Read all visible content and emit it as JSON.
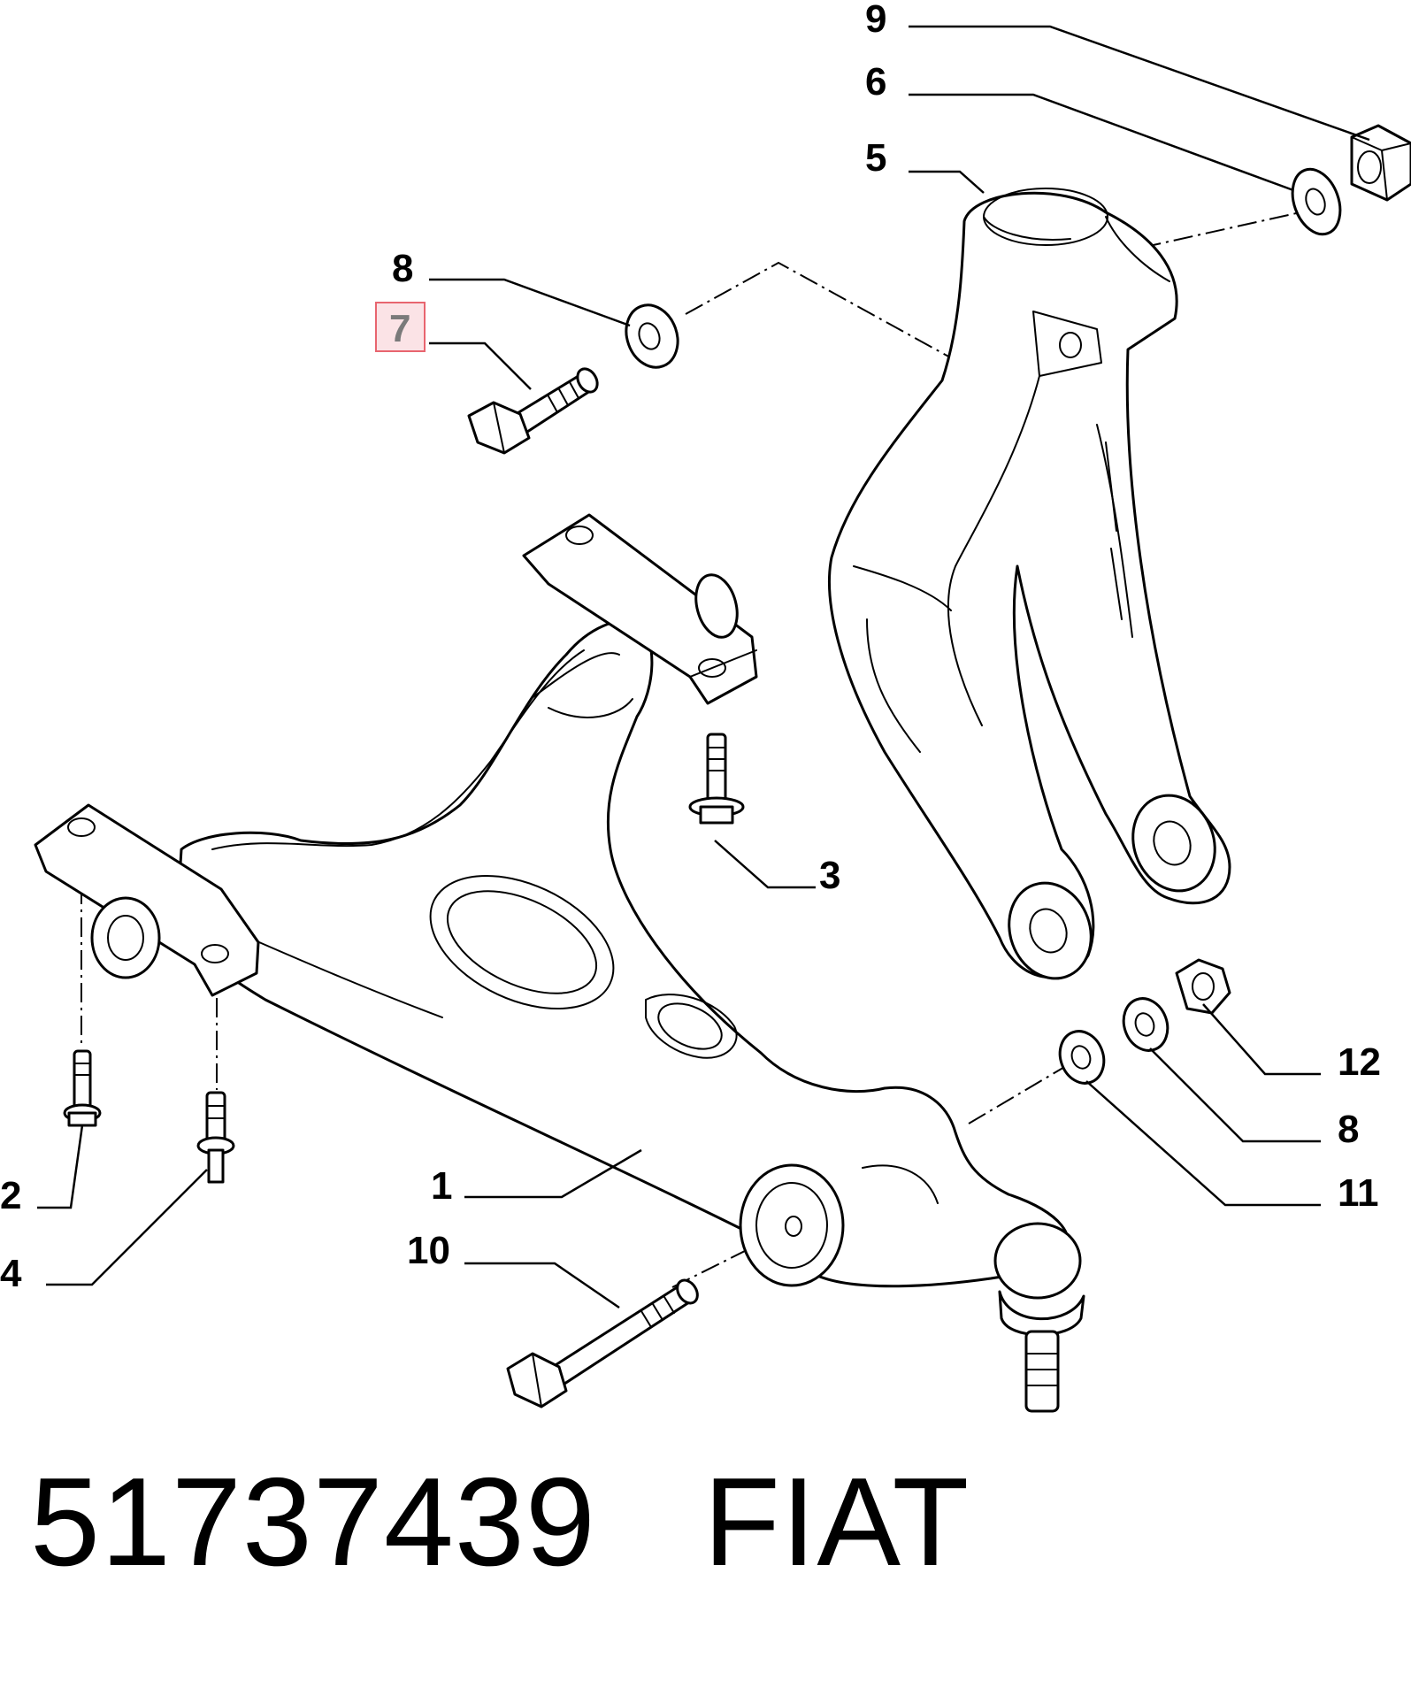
{
  "callouts": [
    {
      "id": "c9",
      "label": "9"
    },
    {
      "id": "c6",
      "label": "6"
    },
    {
      "id": "c5",
      "label": "5"
    },
    {
      "id": "c8a",
      "label": "8"
    },
    {
      "id": "c7",
      "label": "7",
      "highlighted": true
    },
    {
      "id": "c3",
      "label": "3"
    },
    {
      "id": "c2",
      "label": "2"
    },
    {
      "id": "c4",
      "label": "4"
    },
    {
      "id": "c1",
      "label": "1"
    },
    {
      "id": "c10",
      "label": "10"
    },
    {
      "id": "c12",
      "label": "12"
    },
    {
      "id": "c8b",
      "label": "8"
    },
    {
      "id": "c11",
      "label": "11"
    }
  ],
  "footer": {
    "part_number": "51737439",
    "brand": "FIAT"
  },
  "colors": {
    "highlight_fill": "#fbe3e6",
    "highlight_border": "#e8656f"
  }
}
